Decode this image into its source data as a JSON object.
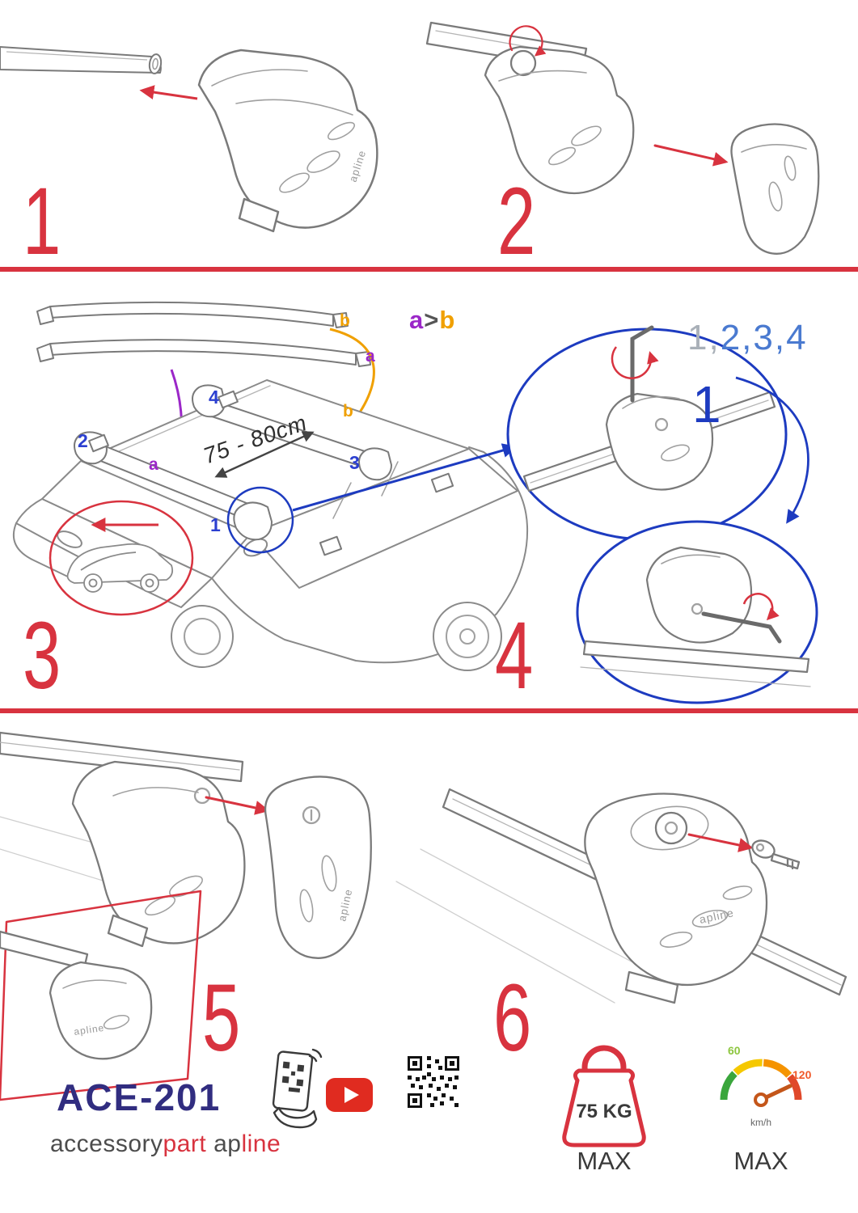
{
  "colors": {
    "red": "#d8333f",
    "blue_dark": "#1d3bc0",
    "blue_light": "#4a7ad0",
    "gray": "#a9b0b8",
    "purple": "#9b27c8",
    "orange": "#f0a000",
    "navy": "#312d80",
    "speed_green": "#8dc63f",
    "speed_orange": "#f0592a"
  },
  "steps": [
    {
      "number": "1"
    },
    {
      "number": "2"
    },
    {
      "number": "3"
    },
    {
      "number": "4"
    },
    {
      "number": "5"
    },
    {
      "number": "6"
    }
  ],
  "labels": {
    "bar_top": "b",
    "bar_bottom": "a",
    "order_a": "a",
    "order_gt": ">",
    "order_b": "b",
    "sequence_first": "1,",
    "sequence_rest": "2,3,4",
    "distance": "75 - 80cm",
    "pos_1": "1",
    "pos_2": "2",
    "pos_3": "3",
    "pos_4": "4",
    "pos_a": "a",
    "pos_b": "b",
    "callout_1": "1",
    "foot_brand": "apline"
  },
  "footer": {
    "model": "ACE-201",
    "brand_part1": "accessory",
    "brand_part2": "part",
    "brand_part3": "ap",
    "brand_part4": "line",
    "weight_value": "75 KG",
    "weight_max": "MAX",
    "speed_min": "60",
    "speed_max_value": "120",
    "speed_unit": "km/h",
    "speed_max": "MAX"
  }
}
